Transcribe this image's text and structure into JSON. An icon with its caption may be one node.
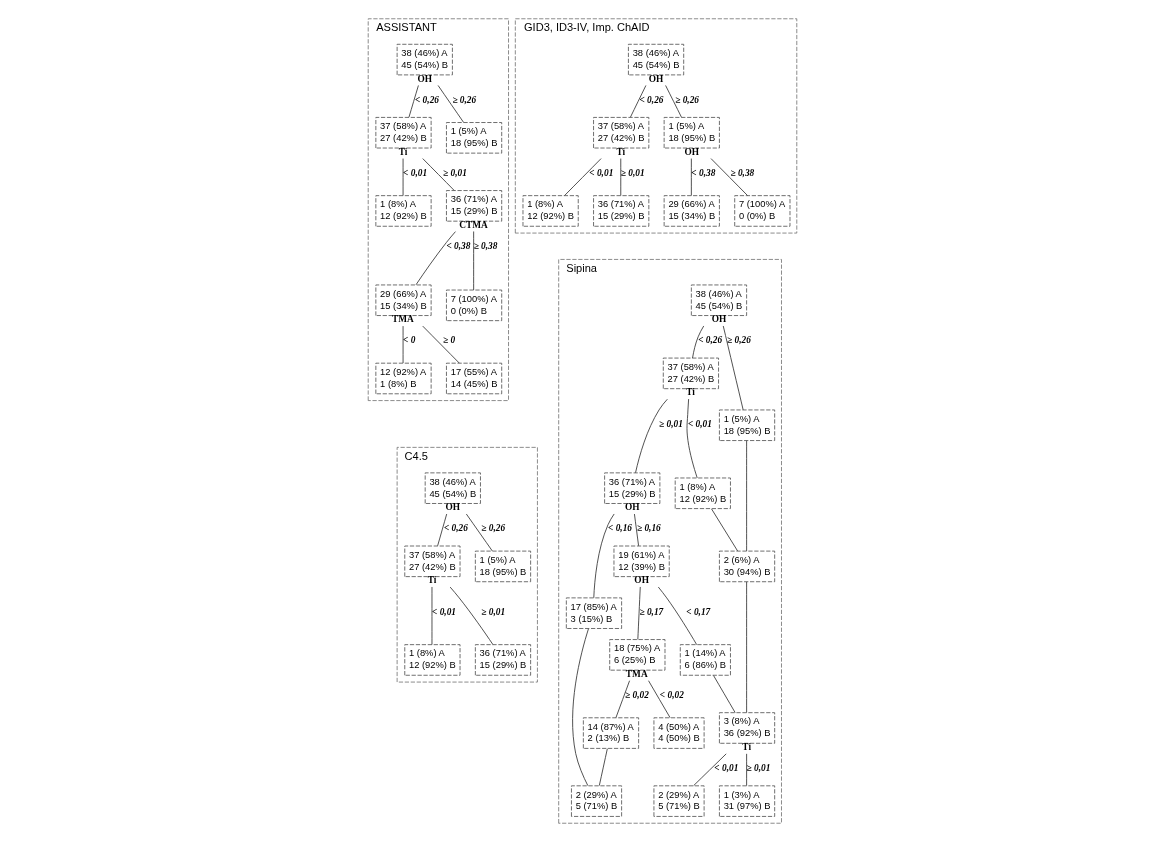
{
  "diagram": {
    "nodes": [
      {
        "text": [
          "ASSISTANT"
        ]
      },
      {
        "text": [
          "38 (46%) A",
          "45 (54%) B"
        ],
        "beside": [
          "OH"
        ],
        "in": 0
      },
      {
        "text": [
          "37 (58%) A",
          "27 (42%) B"
        ],
        "beside": [
          "Ti"
        ],
        "in": 0
      },
      {
        "text": [
          "1 (5%) A",
          "18 (95%) B"
        ],
        "in": 0
      },
      {
        "text": [
          "1 (8%) A",
          "12 (92%) B"
        ],
        "in": 0
      },
      {
        "text": [
          "36 (71%) A",
          "15 (29%) B"
        ],
        "beside": [
          "CTMA"
        ],
        "in": 0
      },
      {
        "text": [
          "29 (66%) A",
          "15 (34%) B"
        ],
        "beside": [
          "TMA"
        ],
        "in": 0
      },
      {
        "text": [
          "7 (100%) A",
          "0 (0%) B"
        ],
        "in": 0
      },
      {
        "text": [
          "12 (92%) A",
          "1 (8%) B"
        ],
        "in": 0
      },
      {
        "text": [
          "17 (55%) A",
          "14 (45%) B"
        ],
        "in": 0
      },
      {
        "text": [
          "GID3, ID3-IV, Imp. ChAID"
        ]
      },
      {
        "text": [
          "38 (46%) A",
          "45 (54%) B"
        ],
        "beside": [
          "OH"
        ],
        "in": 10
      },
      {
        "text": [
          "37 (58%) A",
          "27 (42%) B"
        ],
        "beside": [
          "Ti"
        ],
        "in": 10
      },
      {
        "text": [
          "1 (5%) A",
          "18 (95%) B"
        ],
        "beside": [
          "OH"
        ],
        "in": 10
      },
      {
        "text": [
          "1 (8%) A",
          "12 (92%) B"
        ],
        "in": 10
      },
      {
        "text": [
          "36 (71%) A",
          "15 (29%) B"
        ],
        "in": 10
      },
      {
        "text": [
          "29 (66%) A",
          "15 (34%) B"
        ],
        "in": 10
      },
      {
        "text": [
          "7 (100%) A",
          "0 (0%) B"
        ],
        "in": 10
      },
      {
        "text": [
          "C4.5"
        ]
      },
      {
        "text": [
          "38 (46%) A",
          "45 (54%) B"
        ],
        "beside": [
          "OH"
        ],
        "in": 18
      },
      {
        "text": [
          "37 (58%) A",
          "27 (42%) B"
        ],
        "beside": [
          "Ti"
        ],
        "in": 18
      },
      {
        "text": [
          "1 (5%) A",
          "18 (95%) B"
        ],
        "in": 18
      },
      {
        "text": [
          "1 (8%) A",
          "12 (92%) B"
        ],
        "in": 18
      },
      {
        "text": [
          "36 (71%) A",
          "15 (29%) B"
        ],
        "in": 18
      },
      {
        "text": [
          "Sipina"
        ]
      },
      {
        "text": [
          "38 (46%) A",
          "45 (54%) B"
        ],
        "beside": [
          "OH"
        ],
        "in": 24
      },
      {
        "text": [
          "37 (58%) A",
          "27 (42%) B"
        ],
        "beside": [
          "Ti"
        ],
        "in": 24
      },
      {
        "text": [
          "1 (5%) A",
          "18 (95%) B"
        ],
        "in": 24
      },
      {
        "text": [
          "36 (71%) A",
          "15 (29%) B"
        ],
        "beside": [
          "OH"
        ],
        "in": 24
      },
      {
        "text": [
          "1 (8%) A",
          "12 (92%) B"
        ],
        "in": 24
      },
      {
        "text": [
          "17 (85%) A",
          "3 (15%) B"
        ],
        "in": 24
      },
      {
        "text": [
          "19 (61%) A",
          "12 (39%) B"
        ],
        "beside": [
          "OH"
        ],
        "in": 24
      },
      {
        "text": [
          "2 (6%) A",
          "30 (94%) B"
        ],
        "in": 24
      },
      {
        "text": [
          "18 (75%) A",
          "6 (25%) B"
        ],
        "beside": [
          "TMA"
        ],
        "in": 24
      },
      {
        "text": [
          "1 (14%) A",
          "6 (86%) B"
        ],
        "in": 24
      },
      {
        "text": [
          "3 (8%) A",
          "36 (92%) B"
        ],
        "beside": [
          "Ti"
        ],
        "in": 24
      },
      {
        "text": [
          "14 (87%) A",
          "2 (13%) B"
        ],
        "in": 24
      },
      {
        "text": [
          "4 (50%) A",
          "4 (50%) B"
        ],
        "in": 24
      },
      {
        "text": [
          "2 (29%) A",
          "5 (71%) B"
        ],
        "in": 24
      },
      {
        "text": [
          "2 (29%) A",
          "5 (71%) B"
        ],
        "in": 24
      },
      {
        "text": [
          "1 (3%) A",
          "31 (97%) B"
        ],
        "in": 24
      }
    ],
    "edges": [
      {
        "from": 1,
        "to": 2,
        "arrow": "none",
        "label": "< 0,26"
      },
      {
        "from": 1,
        "to": 3,
        "arrow": "none",
        "label": "≥ 0,26"
      },
      {
        "from": 2,
        "to": 4,
        "arrow": "none",
        "label": "< 0,01"
      },
      {
        "from": 2,
        "to": 5,
        "arrow": "none",
        "label": "≥ 0,01"
      },
      {
        "from": 5,
        "to": 6,
        "arrow": "none",
        "label": "< 0,38"
      },
      {
        "from": 5,
        "to": 7,
        "arrow": "none",
        "label": "≥ 0,38"
      },
      {
        "from": 6,
        "to": 8,
        "arrow": "none",
        "label": "< 0"
      },
      {
        "from": 6,
        "to": 9,
        "arrow": "none",
        "label": "≥ 0"
      },
      {
        "from": 11,
        "to": 12,
        "arrow": "none",
        "label": "< 0,26"
      },
      {
        "from": 11,
        "to": 13,
        "arrow": "none",
        "label": "≥ 0,26"
      },
      {
        "from": 12,
        "to": 14,
        "arrow": "none",
        "label": "< 0,01"
      },
      {
        "from": 12,
        "to": 15,
        "arrow": "none",
        "label": "≥ 0,01"
      },
      {
        "from": 13,
        "to": 16,
        "arrow": "none",
        "label": "< 0,38"
      },
      {
        "from": 13,
        "to": 17,
        "arrow": "none",
        "label": "≥ 0,38"
      },
      {
        "from": 19,
        "to": 20,
        "arrow": "none",
        "label": "< 0,26"
      },
      {
        "from": 19,
        "to": 21,
        "arrow": "none",
        "label": "≥ 0,26"
      },
      {
        "from": 20,
        "to": 22,
        "arrow": "none",
        "label": "< 0,01"
      },
      {
        "from": 20,
        "to": 23,
        "arrow": "none",
        "label": "≥ 0,01"
      },
      {
        "from": 25,
        "to": 26,
        "arrow": "none",
        "label": "< 0,26"
      },
      {
        "from": 25,
        "to": 27,
        "arrow": "none",
        "label": "≥ 0,26"
      },
      {
        "from": 26,
        "to": 28,
        "arrow": "none",
        "label": "≥ 0,01"
      },
      {
        "from": 26,
        "to": 29,
        "arrow": "none",
        "label": "< 0,01"
      },
      {
        "from": 28,
        "to": 30,
        "arrow": "none",
        "label": "< 0,16"
      },
      {
        "from": 28,
        "to": 31,
        "arrow": "none",
        "label": "≥ 0,16"
      },
      {
        "from": 27,
        "to": 32,
        "arrow": "none"
      },
      {
        "from": 29,
        "to": 32,
        "arrow": "none"
      },
      {
        "from": 31,
        "to": 33,
        "arrow": "none",
        "label": "≥ 0,17"
      },
      {
        "from": 31,
        "to": 34,
        "arrow": "none",
        "label": "< 0,17"
      },
      {
        "from": 33,
        "to": 36,
        "arrow": "none",
        "label": "≥ 0,02"
      },
      {
        "from": 33,
        "to": 37,
        "arrow": "none",
        "label": "< 0,02"
      },
      {
        "from": 32,
        "to": 35,
        "arrow": "none"
      },
      {
        "from": 34,
        "to": 35,
        "arrow": "none"
      },
      {
        "from": 30,
        "to": 38,
        "arrow": "none"
      },
      {
        "from": 36,
        "to": 38,
        "arrow": "none"
      },
      {
        "from": 35,
        "to": 39,
        "arrow": "none",
        "label": "< 0,01"
      },
      {
        "from": 35,
        "to": 40,
        "arrow": "none",
        "label": "≥ 0,01"
      }
    ]
  }
}
